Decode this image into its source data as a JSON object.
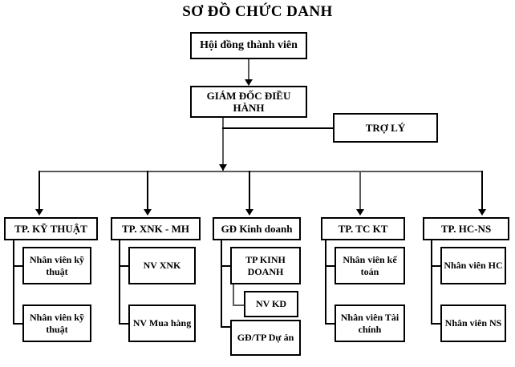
{
  "diagram": {
    "title": "SƠ ĐỒ CHỨC DANH",
    "background_color": "#ffffff",
    "line_color": "#000000",
    "text_color": "#000000"
  },
  "nodes": {
    "board": {
      "label": "Hội đồng thành viên"
    },
    "ceo": {
      "label": "GIÁM ĐỐC ĐIỀU HÀNH"
    },
    "assistant": {
      "label": "TRỢ LÝ"
    },
    "dept1": {
      "label": "TP. KỸ THUẬT"
    },
    "dept1_staff1": {
      "label": "Nhân viên kỹ thuật"
    },
    "dept1_staff2": {
      "label": "Nhân viên kỹ thuật"
    },
    "dept2": {
      "label": "TP. XNK - MH"
    },
    "dept2_staff1": {
      "label": "NV XNK"
    },
    "dept2_staff2": {
      "label": "NV Mua hàng"
    },
    "dept3": {
      "label": "GĐ Kinh doanh"
    },
    "dept3_staff1": {
      "label": "TP KINH DOANH"
    },
    "dept3_staff1_sub": {
      "label": "NV KD"
    },
    "dept3_staff2": {
      "label": "GĐ/TP Dự án"
    },
    "dept4": {
      "label": "TP. TC KT"
    },
    "dept4_staff1": {
      "label": "Nhân viên kế toán"
    },
    "dept4_staff2": {
      "label": "Nhân viên Tài chính"
    },
    "dept5": {
      "label": "TP. HC-NS"
    },
    "dept5_staff1": {
      "label": "Nhân viên HC"
    },
    "dept5_staff2": {
      "label": "Nhân viên NS"
    }
  }
}
